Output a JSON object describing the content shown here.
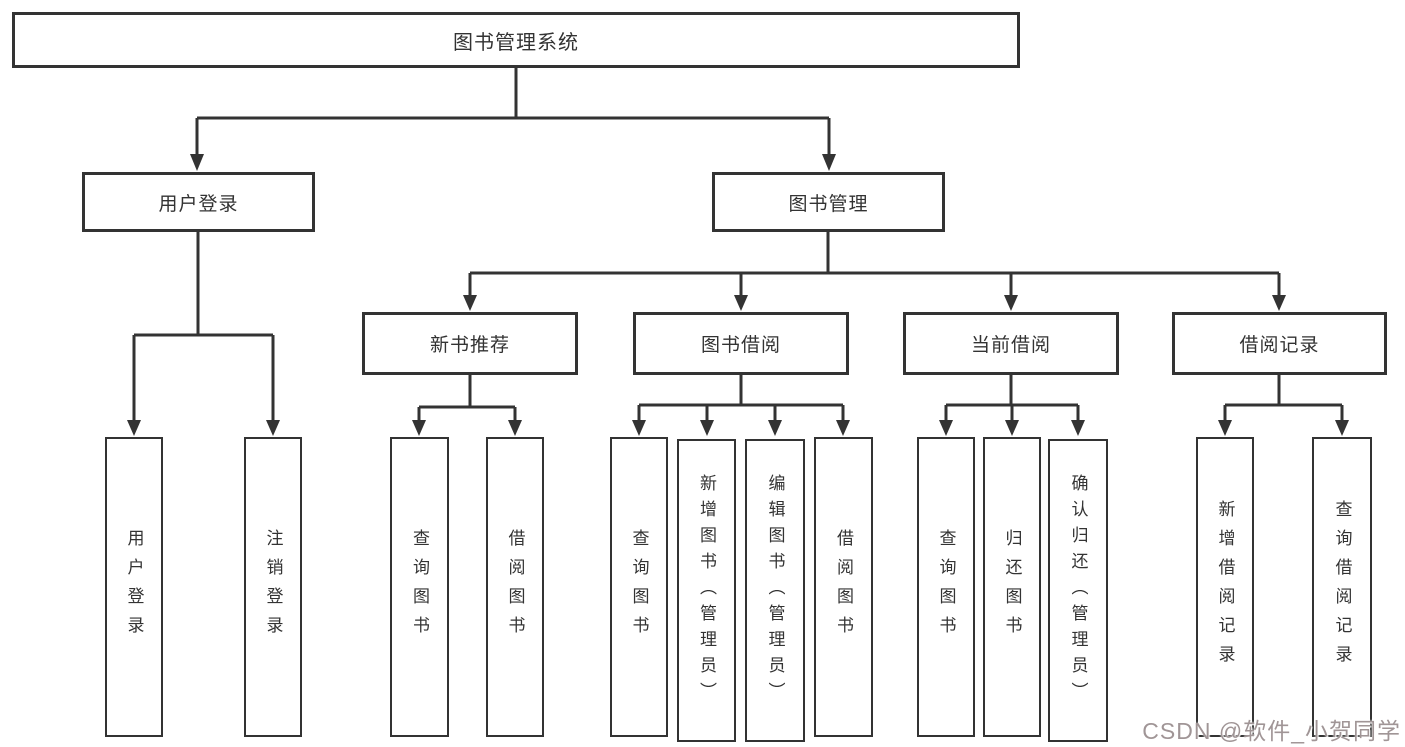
{
  "tree": {
    "root": "图书管理系统",
    "user_login": {
      "label": "用户登录",
      "children": [
        "用户登录",
        "注销登录"
      ]
    },
    "book_mgmt": {
      "label": "图书管理",
      "groups": [
        {
          "label": "新书推荐",
          "children": [
            "查询图书",
            "借阅图书"
          ]
        },
        {
          "label": "图书借阅",
          "children": [
            "查询图书",
            "新增图书（管理员）",
            "编辑图书（管理员）",
            "借阅图书"
          ]
        },
        {
          "label": "当前借阅",
          "children": [
            "查询图书",
            "归还图书",
            "确认归还（管理员）"
          ]
        },
        {
          "label": "借阅记录",
          "children": [
            "新增借阅记录",
            "查询借阅记录"
          ]
        }
      ]
    }
  },
  "watermark": {
    "text": "CSDN @软件_小贺同学"
  },
  "colors": {
    "line": "#333333",
    "box_border": "#333333",
    "text": "#333333",
    "watermark": "#a09596",
    "background": "#ffffff"
  }
}
